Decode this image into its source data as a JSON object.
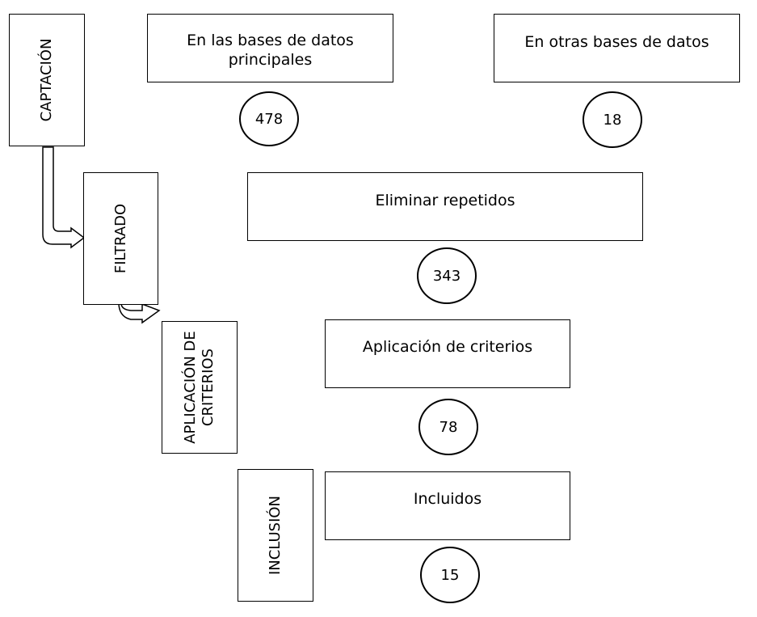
{
  "stages": {
    "captacion": "CAPTACIÓN",
    "filtrado": "FILTRADO",
    "aplicacion_line1": "APLICACIÓN DE",
    "aplicacion_line2": "CRITERIOS",
    "inclusion": "INCLUSIÓN"
  },
  "boxes": {
    "bases_principales_line1": "En las bases de datos",
    "bases_principales_line2": "principales",
    "otras_bases": "En otras bases de datos",
    "eliminar_repetidos": "Eliminar repetidos",
    "aplicacion_criterios": "Aplicación de criterios",
    "incluidos": "Incluidos"
  },
  "counts": {
    "bases_principales": "478",
    "otras_bases": "18",
    "tras_repetidos": "343",
    "tras_criterios": "78",
    "incluidos": "15"
  }
}
